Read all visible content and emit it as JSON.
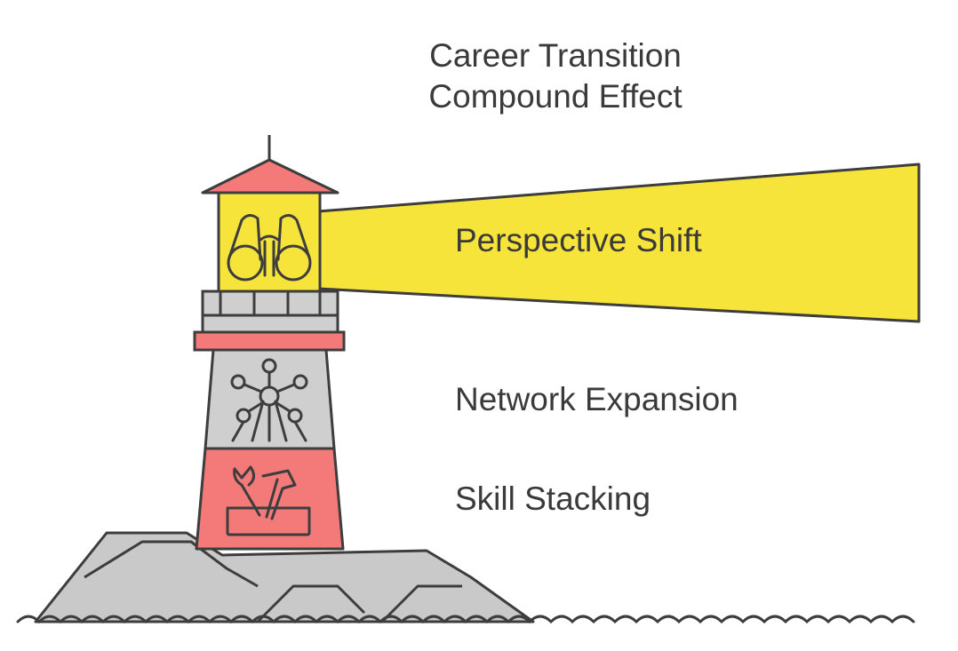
{
  "diagram": {
    "title_line1": "Career Transition",
    "title_line2": "Compound Effect",
    "layers": [
      {
        "label": "Perspective Shift",
        "icon": "binoculars-icon",
        "color": "#f7e43a"
      },
      {
        "label": "Network Expansion",
        "icon": "network-icon",
        "color": "#cfcfcf"
      },
      {
        "label": "Skill Stacking",
        "icon": "toolbox-icon",
        "color": "#f47a7a"
      }
    ]
  },
  "colors": {
    "outline": "#3d3d3d",
    "beam": "#f7e43a",
    "roof": "#f47a7a",
    "gallery": "#cfcfcf",
    "rock": "#c9c9c9",
    "text": "#3a3a3a"
  }
}
